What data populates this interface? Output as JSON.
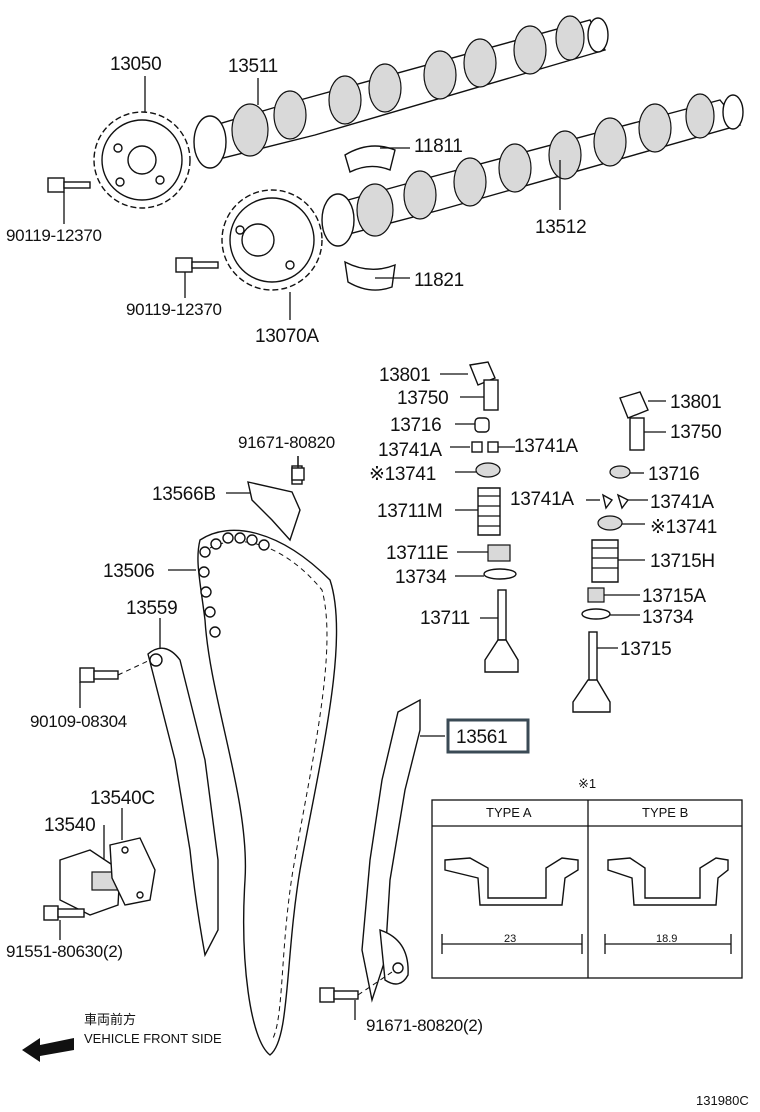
{
  "camshaft_group": {
    "gear_exhaust": "13050",
    "camshaft_1": "13511",
    "bearing_upper": "11811",
    "camshaft_2": "13512",
    "bolt_1": "90119-12370",
    "bolt_2": "90119-12370",
    "bearing_lower": "11821",
    "gear_intake": "13070A"
  },
  "valve_group_left": {
    "rocker_arm": "13801",
    "lash_adjuster": "13750",
    "cap": "13716",
    "key_left": "13741A",
    "key_right": "13741A",
    "retainer": "※13741",
    "spring": "13711M",
    "seal": "13711E",
    "seat": "13734",
    "valve": "13711"
  },
  "valve_group_right": {
    "rocker_arm": "13801",
    "lash_adjuster": "13750",
    "cap": "13716",
    "key_left": "13741A",
    "key_right": "13741A",
    "retainer": "※13741",
    "spring": "13715H",
    "seal": "13715A",
    "seat": "13734",
    "valve": "13715"
  },
  "chain_group": {
    "bolt_top": "91671-80820",
    "guide_top": "13566B",
    "chain": "13506",
    "slipper": "13559",
    "bolt_pivot": "90109-08304",
    "gasket": "13540C",
    "tensioner": "13540",
    "bolt_tensioner": "91551-80630(2)",
    "damper": "13561",
    "bolt_damper": "91671-80820(2)"
  },
  "note": {
    "marker": "※1",
    "type_a_label": "TYPE A",
    "type_b_label": "TYPE B",
    "type_a_dim": "23",
    "type_b_dim": "18.9"
  },
  "footer": {
    "direction_jp": "車両前方",
    "direction_en": "VEHICLE FRONT SIDE",
    "figure_code": "131980C"
  }
}
